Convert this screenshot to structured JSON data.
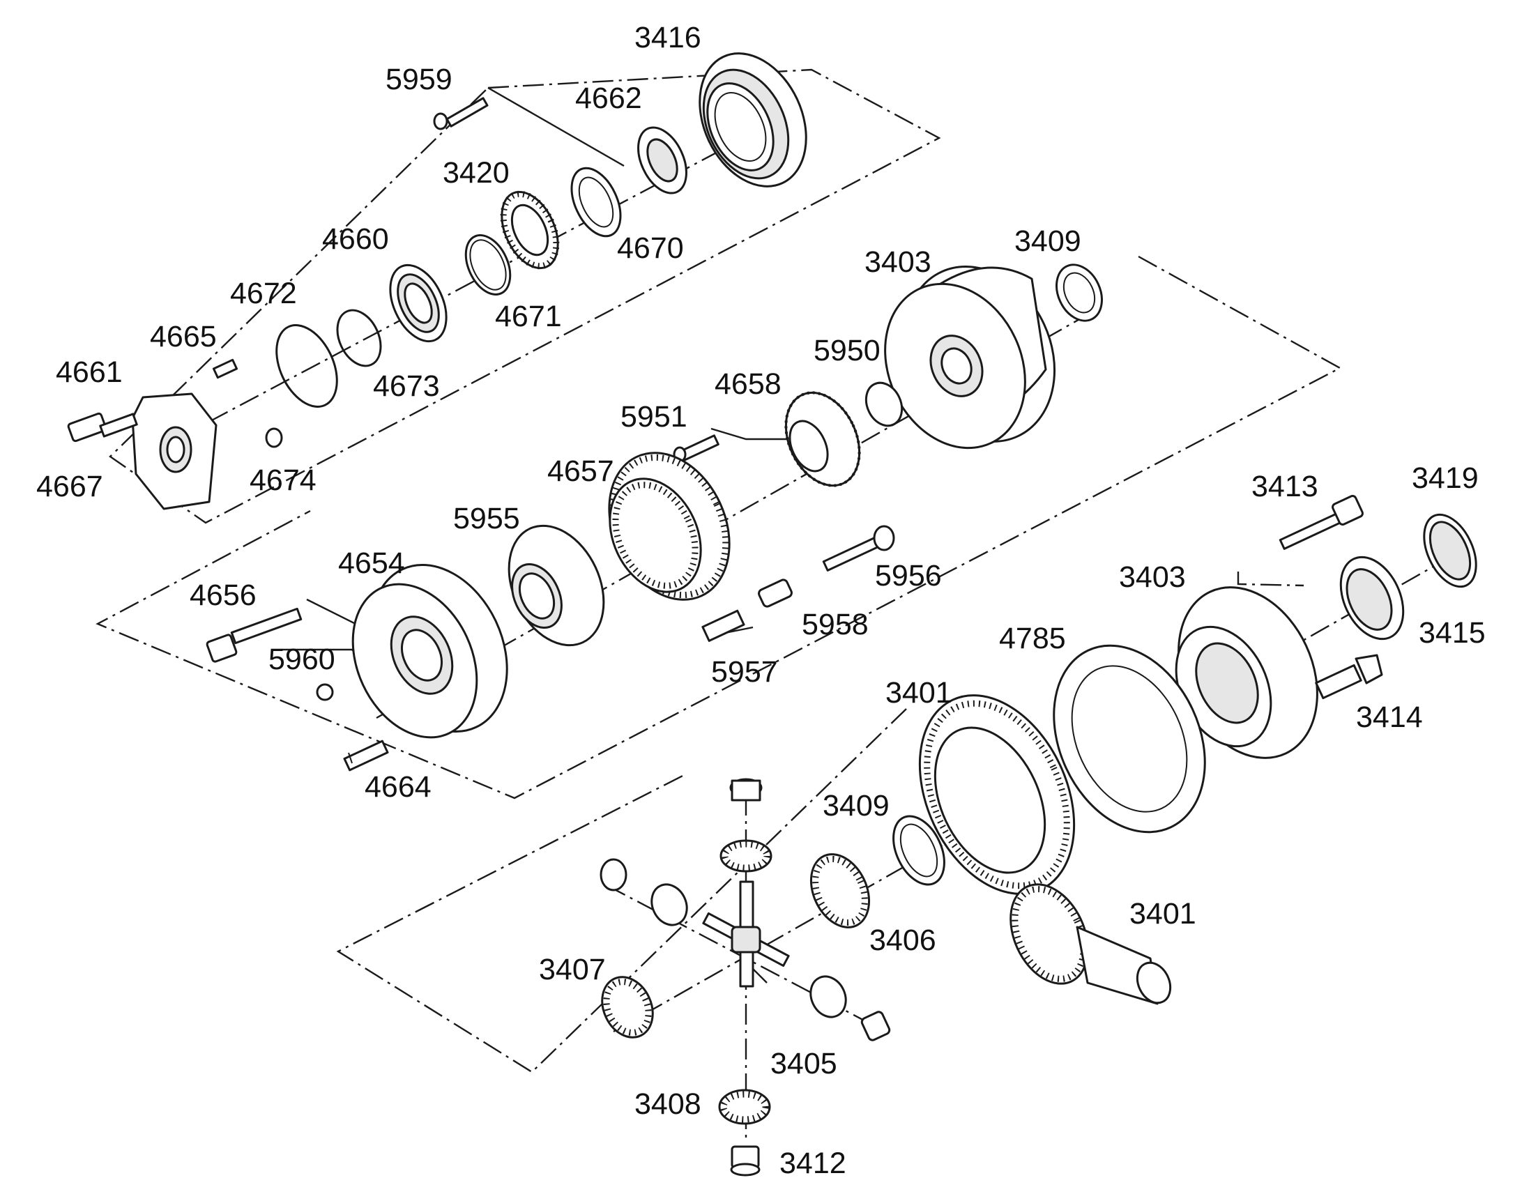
{
  "diagram": {
    "type": "exploded parts diagram",
    "callouts": [
      {
        "id": "c3416",
        "text": "3416"
      },
      {
        "id": "c5959",
        "text": "5959"
      },
      {
        "id": "c4662",
        "text": "4662"
      },
      {
        "id": "c3420",
        "text": "3420"
      },
      {
        "id": "c4670",
        "text": "4670"
      },
      {
        "id": "c4660",
        "text": "4660"
      },
      {
        "id": "c4671",
        "text": "4671"
      },
      {
        "id": "c4672",
        "text": "4672"
      },
      {
        "id": "c4665",
        "text": "4665"
      },
      {
        "id": "c4673",
        "text": "4673"
      },
      {
        "id": "c4661",
        "text": "4661"
      },
      {
        "id": "c4667",
        "text": "4667"
      },
      {
        "id": "c4674",
        "text": "4674"
      },
      {
        "id": "c3403a",
        "text": "3403"
      },
      {
        "id": "c3409a",
        "text": "3409"
      },
      {
        "id": "c5950",
        "text": "5950"
      },
      {
        "id": "c4658",
        "text": "4658"
      },
      {
        "id": "c5951",
        "text": "5951"
      },
      {
        "id": "c4657",
        "text": "4657"
      },
      {
        "id": "c5955",
        "text": "5955"
      },
      {
        "id": "c4654",
        "text": "4654"
      },
      {
        "id": "c4656",
        "text": "4656"
      },
      {
        "id": "c5956",
        "text": "5956"
      },
      {
        "id": "c5958",
        "text": "5958"
      },
      {
        "id": "c5960",
        "text": "5960"
      },
      {
        "id": "c5957",
        "text": "5957"
      },
      {
        "id": "c4664",
        "text": "4664"
      },
      {
        "id": "c3413",
        "text": "3413"
      },
      {
        "id": "c3419",
        "text": "3419"
      },
      {
        "id": "c3403b",
        "text": "3403"
      },
      {
        "id": "c4785",
        "text": "4785"
      },
      {
        "id": "c3415",
        "text": "3415"
      },
      {
        "id": "c3401a",
        "text": "3401"
      },
      {
        "id": "c3414",
        "text": "3414"
      },
      {
        "id": "c3409b",
        "text": "3409"
      },
      {
        "id": "c3406",
        "text": "3406"
      },
      {
        "id": "c3401b",
        "text": "3401"
      },
      {
        "id": "c3407",
        "text": "3407"
      },
      {
        "id": "c3405",
        "text": "3405"
      },
      {
        "id": "c3408",
        "text": "3408"
      },
      {
        "id": "c3412",
        "text": "3412"
      }
    ]
  }
}
